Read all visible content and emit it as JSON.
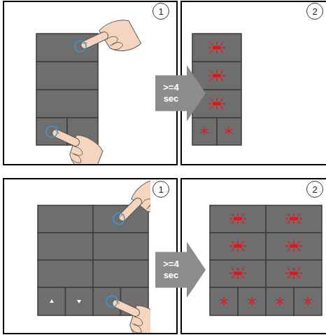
{
  "diagram": {
    "nodes": [
      {
        "text": [
          "1"
        ]
      },
      {
        "text": [
          ">=4 sec"
        ]
      },
      {
        "text": [
          "2"
        ]
      },
      {
        "text": [
          "1"
        ]
      },
      {
        "text": [
          ">=4 sec"
        ]
      },
      {
        "text": [
          "2"
        ]
      }
    ]
  }
}
